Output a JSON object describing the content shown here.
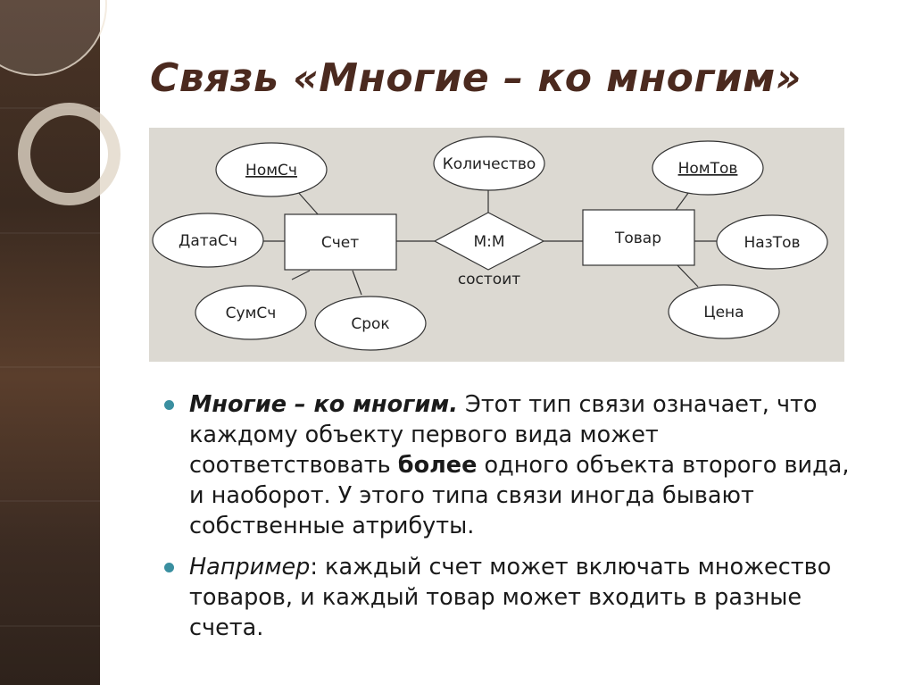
{
  "slide": {
    "title": "Связь «Многие – ко многим»"
  },
  "diagram": {
    "entities": [
      {
        "id": "schet",
        "label": "Счет"
      },
      {
        "id": "tovar",
        "label": "Товар"
      }
    ],
    "relationship": {
      "label": "M:M",
      "caption": "состоит"
    },
    "attributes": [
      {
        "id": "nomsch",
        "label": "НомСч",
        "key": true,
        "owner": "schet"
      },
      {
        "id": "datasch",
        "label": "ДатаСч",
        "key": false,
        "owner": "schet"
      },
      {
        "id": "sumsch",
        "label": "СумСч",
        "key": false,
        "owner": "schet"
      },
      {
        "id": "srok",
        "label": "Срок",
        "key": false,
        "owner": "schet"
      },
      {
        "id": "kolichestvo",
        "label": "Количество",
        "key": false,
        "owner": "relationship"
      },
      {
        "id": "nomtov",
        "label": "НомТов",
        "key": true,
        "owner": "tovar"
      },
      {
        "id": "naztov",
        "label": "НазТов",
        "key": false,
        "owner": "tovar"
      },
      {
        "id": "tsena",
        "label": "Цена",
        "key": false,
        "owner": "tovar"
      }
    ]
  },
  "bullets": [
    {
      "lead": "Многие – ко многим.",
      "text_before": " Этот тип связи означает, что каждому объекту первого вида может соответствовать ",
      "strong": "более",
      "text_after": " одного объекта второго вида, и наоборот. У этого типа связи иногда бывают собственные атрибуты."
    },
    {
      "lead": "Например",
      "text_before": ": каждый счет может включать множество товаров, и каждый товар может входить в разные счета.",
      "strong": "",
      "text_after": ""
    }
  ],
  "colors": {
    "title": "#4b2a1f",
    "bullet": "#3a8fa0",
    "panel": "#dcd9d2",
    "side_band": "#3b2b22"
  }
}
